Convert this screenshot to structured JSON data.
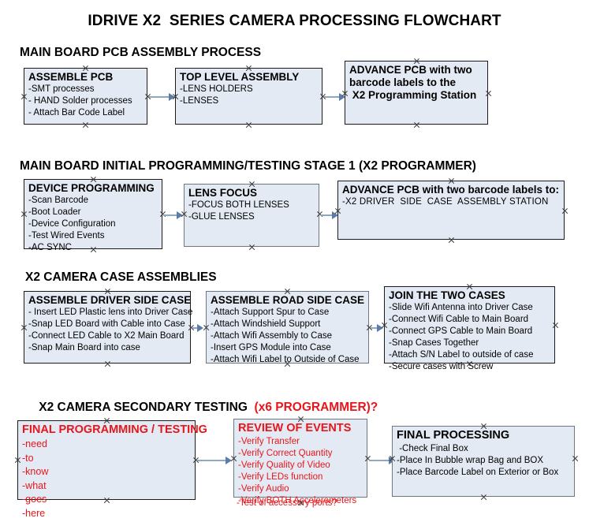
{
  "document": {
    "title": "IDRIVE X2  SERIES CAMERA PROCESSING FLOWCHART"
  },
  "colors": {
    "box_fill": "#E4EAF4",
    "box_border": "#1B1B1B",
    "box_border_gray": "#6D7681",
    "arrow_shaft": "#8FA8C0",
    "arrow_head": "#5B7CA6",
    "text_black": "#000000",
    "text_red": "#E8151B"
  },
  "sections": [
    {
      "id": "main-board-pcb-assembly",
      "heading": "MAIN BOARD PCB ASSEMBLY PROCESS",
      "heading_suffix": "",
      "nodes": [
        {
          "id": "assemble-pcb",
          "title": "ASSEMBLE PCB",
          "lines": [
            "-SMT processes",
            "- HAND Solder processes",
            "- Attach Bar Code Label"
          ]
        },
        {
          "id": "top-level-assembly",
          "title": "TOP LEVEL ASSEMBLY",
          "lines": [
            "-LENS HOLDERS",
            "-LENSES"
          ]
        },
        {
          "id": "advance-pcb-to-x2-programming-station",
          "title": "ADVANCE PCB with two",
          "lines": [
            "barcode labels to the",
            " X2 Programming Station"
          ]
        }
      ]
    },
    {
      "id": "main-board-initial-programming",
      "heading": "MAIN BOARD INITIAL PROGRAMMING/TESTING STAGE 1 (X2 PROGRAMMER)",
      "heading_suffix": "",
      "nodes": [
        {
          "id": "device-programming",
          "title": "DEVICE PROGRAMMING",
          "lines": [
            "-Scan Barcode",
            "-Boot Loader",
            "-Device Configuration",
            "-Test Wired Events",
            "-AC SYNC"
          ]
        },
        {
          "id": "lens-focus",
          "title": "LENS FOCUS",
          "lines": [
            "-FOCUS BOTH LENSES",
            "-GLUE LENSES"
          ]
        },
        {
          "id": "advance-pcb-to-driver-side-case",
          "title": "ADVANCE PCB with two barcode labels to:",
          "lines": [
            "-X2 DRIVER  SIDE  CASE  ASSEMBLY STATION"
          ]
        }
      ]
    },
    {
      "id": "x2-camera-case-assemblies",
      "heading": "X2 CAMERA CASE ASSEMBLIES",
      "heading_suffix": "",
      "nodes": [
        {
          "id": "assemble-driver-side-case",
          "title": "ASSEMBLE DRIVER SIDE CASE",
          "lines": [
            "- Insert LED Plastic lens into Driver Case",
            "-Snap LED Board with Cable into Case",
            "-Connect LED Cable to X2 Main Board",
            "-Snap Main Board into case"
          ]
        },
        {
          "id": "assemble-road-side-case",
          "title": "ASSEMBLE ROAD SIDE CASE",
          "lines": [
            "-Attach Support Spur to Case",
            "-Attach Windshield Support",
            "-Attach Wifi Assembly to Case",
            "-Insert GPS Module into Case",
            "-Attach Wifi Label to Outside of Case"
          ]
        },
        {
          "id": "join-the-two-cases",
          "title": "JOIN THE TWO CASES",
          "lines": [
            "-Slide Wifi Antenna into Driver Case",
            "-Connect Wifi Cable to Main Board",
            "-Connect GPS Cable to Main Board",
            "-Snap Cases Together",
            "-Attach S/N Label to outside of case",
            "-Secure cases with Screw"
          ]
        }
      ]
    },
    {
      "id": "x2-camera-secondary-testing",
      "heading": "X2 CAMERA SECONDARY TESTING ",
      "heading_suffix": " (x6 PROGRAMMER)?",
      "nodes": [
        {
          "id": "final-programming-testing",
          "title": "FINAL PROGRAMMING / TESTING",
          "lines": [
            "-need",
            "-to",
            "-know",
            "-what",
            "-goes",
            "-here"
          ]
        },
        {
          "id": "review-of-events",
          "title": "REVIEW OF EVENTS",
          "lines": [
            "-Verify Transfer",
            "-Verify Correct Quantity",
            "-Verify Quality of Video",
            "-Verify LEDs function",
            "-Verify Audio",
            "-Verify BOTH Accelerometers"
          ],
          "overflow_line": "-Test of accessory ports?"
        },
        {
          "id": "final-processing",
          "title": "FINAL PROCESSING",
          "lines": [
            " -Check Final Box",
            "-Place In Bubble wrap Bag and BOX",
            "-Place Barcode Label on Exterior or Box"
          ]
        }
      ]
    }
  ]
}
